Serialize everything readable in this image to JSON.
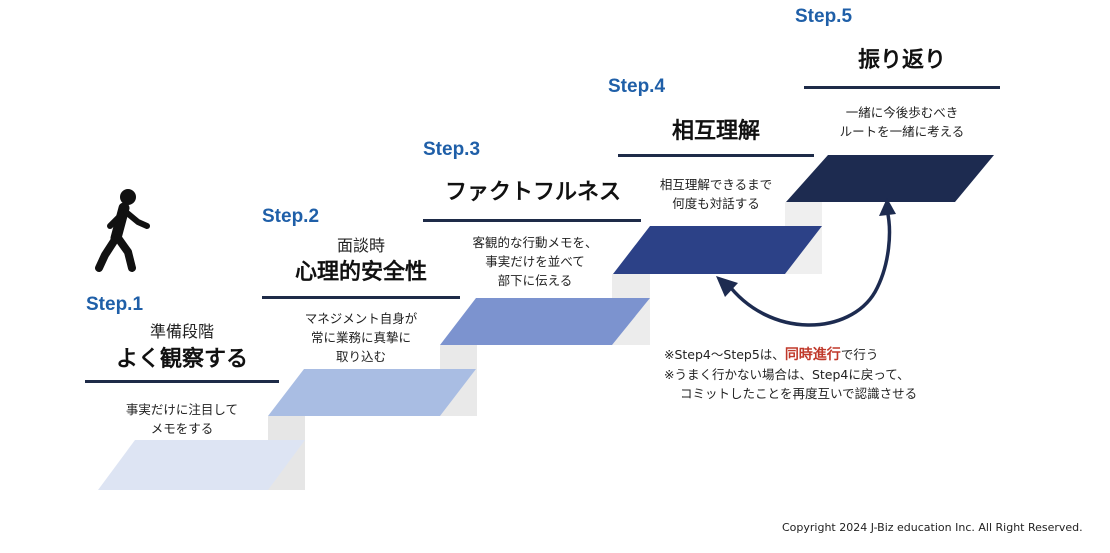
{
  "steps": [
    {
      "label": "Step.1",
      "sub": "準備段階",
      "title": "よく観察する",
      "desc": [
        "事実だけに注目して",
        "メモをする"
      ]
    },
    {
      "label": "Step.2",
      "sub": "面談時",
      "title": "心理的安全性",
      "desc": [
        "マネジメント自身が",
        "常に業務に真摯に",
        "取り込む"
      ]
    },
    {
      "label": "Step.3",
      "sub": "",
      "title": "ファクトフルネス",
      "desc": [
        "客観的な行動メモを、",
        "事実だけを並べて",
        "部下に伝える"
      ]
    },
    {
      "label": "Step.4",
      "sub": "",
      "title": "相互理解",
      "desc": [
        "相互理解できるまで",
        "何度も対話する"
      ]
    },
    {
      "label": "Step.5",
      "sub": "",
      "title": "振り返り",
      "desc": [
        "一緒に今後歩むべき",
        "ルートを一緒に考える"
      ]
    }
  ],
  "note": {
    "line1_prefix": "※Step4〜Step5は、",
    "line1_highlight": "同時進行",
    "line1_suffix": "で行う",
    "line2": "※うまく行かない場合は、Step4に戻って、",
    "line3": "コミットしたことを再度互いで認識させる"
  },
  "copyright": "Copyright 2024 J-Biz education Inc. All Right Reserved.",
  "colors": {
    "step_label": "#1f5fa8",
    "rule": "#1e2b48",
    "highlight": "#c0392b",
    "tread1": "#dde4f3",
    "tread2": "#a9bde3",
    "tread3": "#7c93cf",
    "tread4": "#2c4187",
    "tread5": "#1d2b50",
    "riser": "#e6e6e6",
    "arrow": "#1d2b50"
  },
  "icons": {
    "person": "walking-person-icon"
  }
}
